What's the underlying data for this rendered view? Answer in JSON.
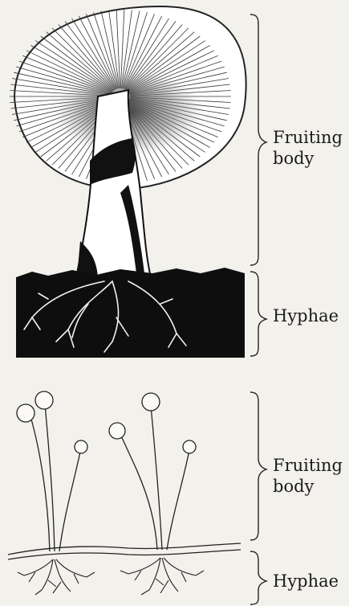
{
  "top_diagram": {
    "labels": {
      "fruiting_body_line1": "Fruiting",
      "fruiting_body_line2": "body",
      "hyphae": "Hyphae"
    }
  },
  "bottom_diagram": {
    "labels": {
      "fruiting_body_line1": "Fruiting",
      "fruiting_body_line2": "body",
      "hyphae": "Hyphae"
    }
  }
}
